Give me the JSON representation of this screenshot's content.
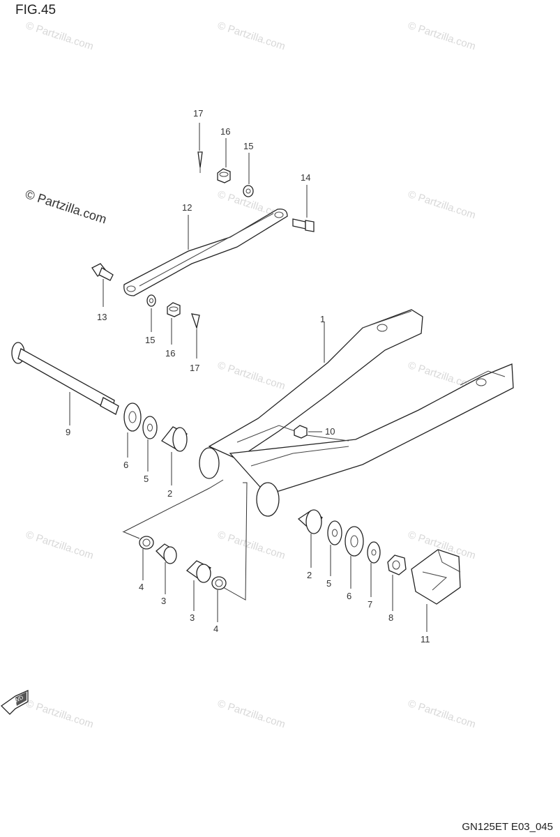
{
  "figure": {
    "title": "FIG.45",
    "code": "GN125ET E03_045"
  },
  "watermark": {
    "main": "© Partzilla.com",
    "repeat": "© Partzilla.com"
  },
  "fwd_label": "FWD",
  "callouts": [
    "1",
    "2",
    "2",
    "3",
    "3",
    "4",
    "4",
    "5",
    "5",
    "6",
    "6",
    "7",
    "8",
    "9",
    "10",
    "11",
    "12",
    "13",
    "14",
    "15",
    "15",
    "16",
    "16",
    "17",
    "17"
  ]
}
